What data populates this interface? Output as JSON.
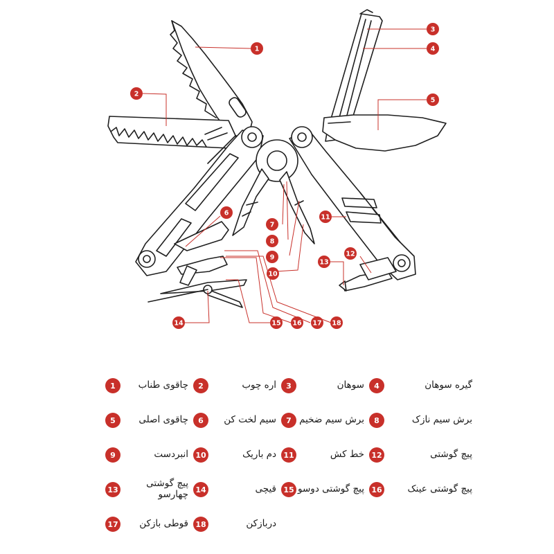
{
  "colors": {
    "accent": "#C8302A",
    "line": "#1f1f1f",
    "tool_fill": "#ffffff"
  },
  "callouts": [
    "1",
    "2",
    "3",
    "4",
    "5",
    "6",
    "7",
    "8",
    "9",
    "10",
    "11",
    "12",
    "13",
    "14",
    "15",
    "16",
    "17",
    "18"
  ],
  "legend": [
    {
      "num": "1",
      "label": "چاقوی طناب"
    },
    {
      "num": "2",
      "label": "اره چوب"
    },
    {
      "num": "3",
      "label": "سوهان"
    },
    {
      "num": "4",
      "label": "گیره سوهان"
    },
    {
      "num": "5",
      "label": "چاقوی اصلی"
    },
    {
      "num": "6",
      "label": "سیم لخت کن"
    },
    {
      "num": "7",
      "label": "برش سیم ضخیم"
    },
    {
      "num": "8",
      "label": "برش سیم نازک"
    },
    {
      "num": "9",
      "label": "انبردست"
    },
    {
      "num": "10",
      "label": "دم باریک"
    },
    {
      "num": "11",
      "label": "خط کش"
    },
    {
      "num": "12",
      "label": "پیچ گوشتی"
    },
    {
      "num": "13",
      "label": "پیچ گوشتی چهارسو"
    },
    {
      "num": "14",
      "label": "قیچی"
    },
    {
      "num": "15",
      "label": "پیچ گوشتی دوسو"
    },
    {
      "num": "16",
      "label": "پیچ گوشتی عینک"
    },
    {
      "num": "17",
      "label": "قوطی بازکن"
    },
    {
      "num": "18",
      "label": "دربازکن"
    }
  ]
}
